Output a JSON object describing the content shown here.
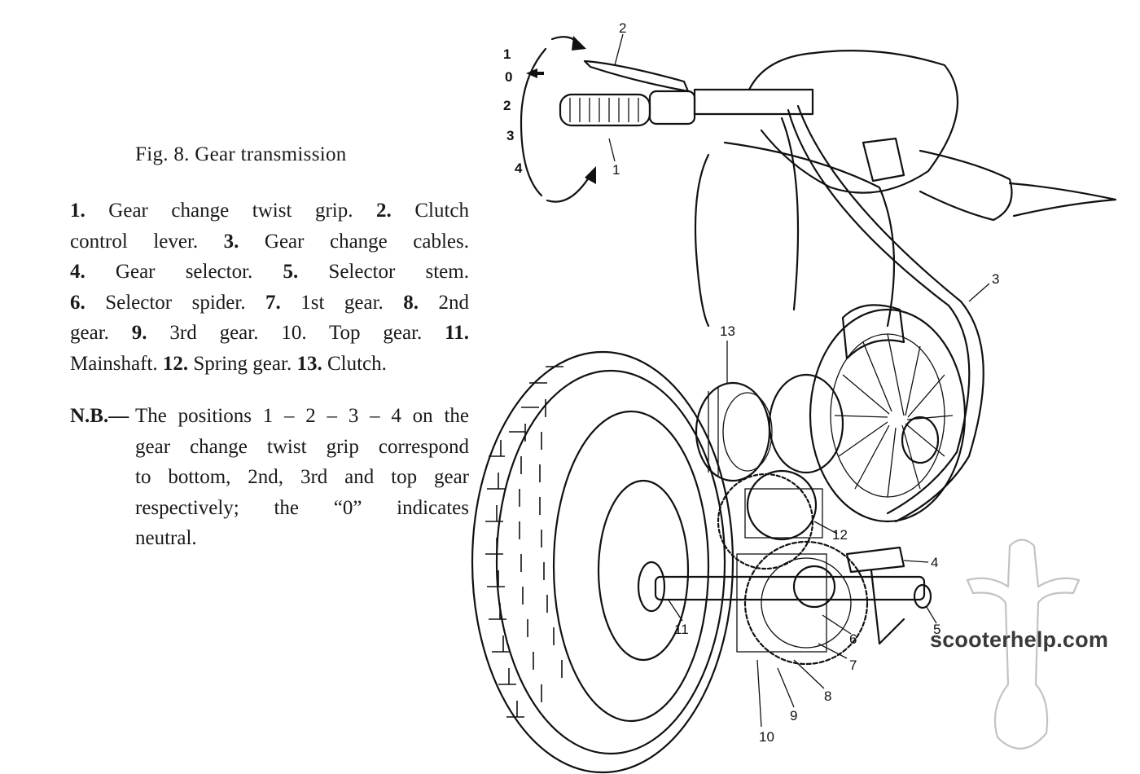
{
  "figure": {
    "caption": "Fig. 8.  Gear transmission"
  },
  "legend": {
    "line1": [
      {
        "num": "1.",
        "text": " Gear change twist grip.  "
      },
      {
        "num": "2.",
        "text": " Clutch"
      }
    ],
    "line2": [
      {
        "num": "",
        "text": "control lever.  "
      },
      {
        "num": "3.",
        "text": " Gear change cables."
      }
    ],
    "line3": [
      {
        "num": "4.",
        "text": " Gear selector.  "
      },
      {
        "num": "5.",
        "text": " Selector stem."
      }
    ],
    "line4": [
      {
        "num": "6.",
        "text": " Selector spider. "
      },
      {
        "num": "7.",
        "text": " 1st gear. "
      },
      {
        "num": "8.",
        "text": " 2nd"
      }
    ],
    "line5": [
      {
        "num": "",
        "text": "gear.  "
      },
      {
        "num": "9.",
        "text": " 3rd gear.  10. Top gear.  "
      },
      {
        "num": "11.",
        "text": ""
      }
    ],
    "line6": [
      {
        "num": "",
        "text": "Mainshaft.  "
      },
      {
        "num": "12.",
        "text": " Spring gear.  "
      },
      {
        "num": "13.",
        "text": " Clutch."
      }
    ]
  },
  "note": {
    "label": "N.B.—",
    "lines": [
      "The positions 1 – 2 – 3 – 4 on the",
      "gear change twist grip correspond",
      "to bottom, 2nd, 3rd and top gear",
      "respectively;  the “0” indicates",
      "neutral."
    ]
  },
  "diagram": {
    "callouts": [
      "1",
      "2",
      "3",
      "4",
      "5",
      "6",
      "7",
      "8",
      "9",
      "10",
      "11",
      "12",
      "13"
    ],
    "grip_positions": [
      "1",
      "0",
      "2",
      "3",
      "4"
    ]
  },
  "watermark": "scooterhelp.com"
}
